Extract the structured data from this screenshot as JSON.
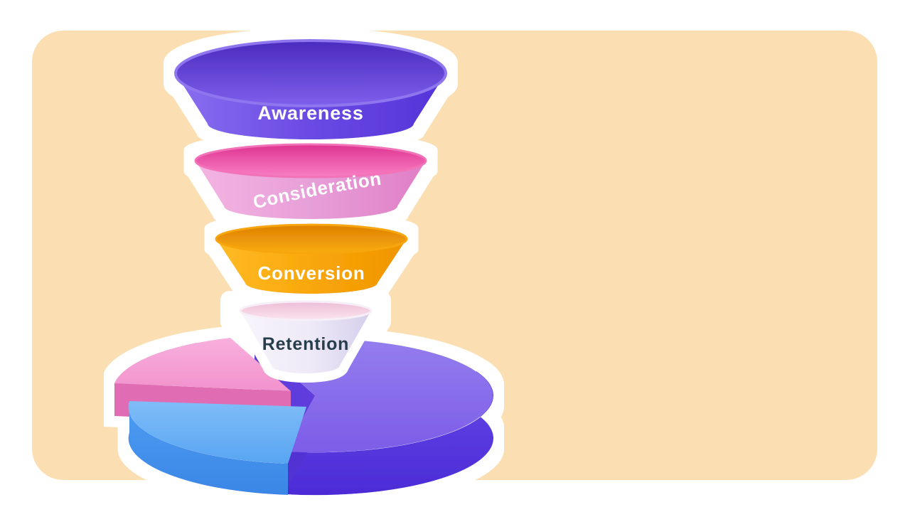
{
  "page": {
    "background_color": "#FFFFFF",
    "panel_color": "#FBDFB3",
    "sticker_outline_color": "#FFFFFF"
  },
  "funnel": {
    "stages": [
      {
        "label": "Awareness",
        "color": "#6A4AE4",
        "text_color": "#FFFFFF"
      },
      {
        "label": "Consideration",
        "color": "#EC93D4",
        "text_color": "#FFFFFF"
      },
      {
        "label": "Conversion",
        "color": "#F8A70A",
        "text_color": "#FFFFFF"
      },
      {
        "label": "Retention",
        "color": "#EDE9F7",
        "text_color": "#263E4C"
      }
    ]
  },
  "pie": {
    "slices": [
      {
        "name": "purple-slice",
        "color": "#7C5DE8"
      },
      {
        "name": "pink-slice",
        "color": "#F49FD6"
      },
      {
        "name": "blue-slice",
        "color": "#5AA7F0"
      }
    ]
  }
}
